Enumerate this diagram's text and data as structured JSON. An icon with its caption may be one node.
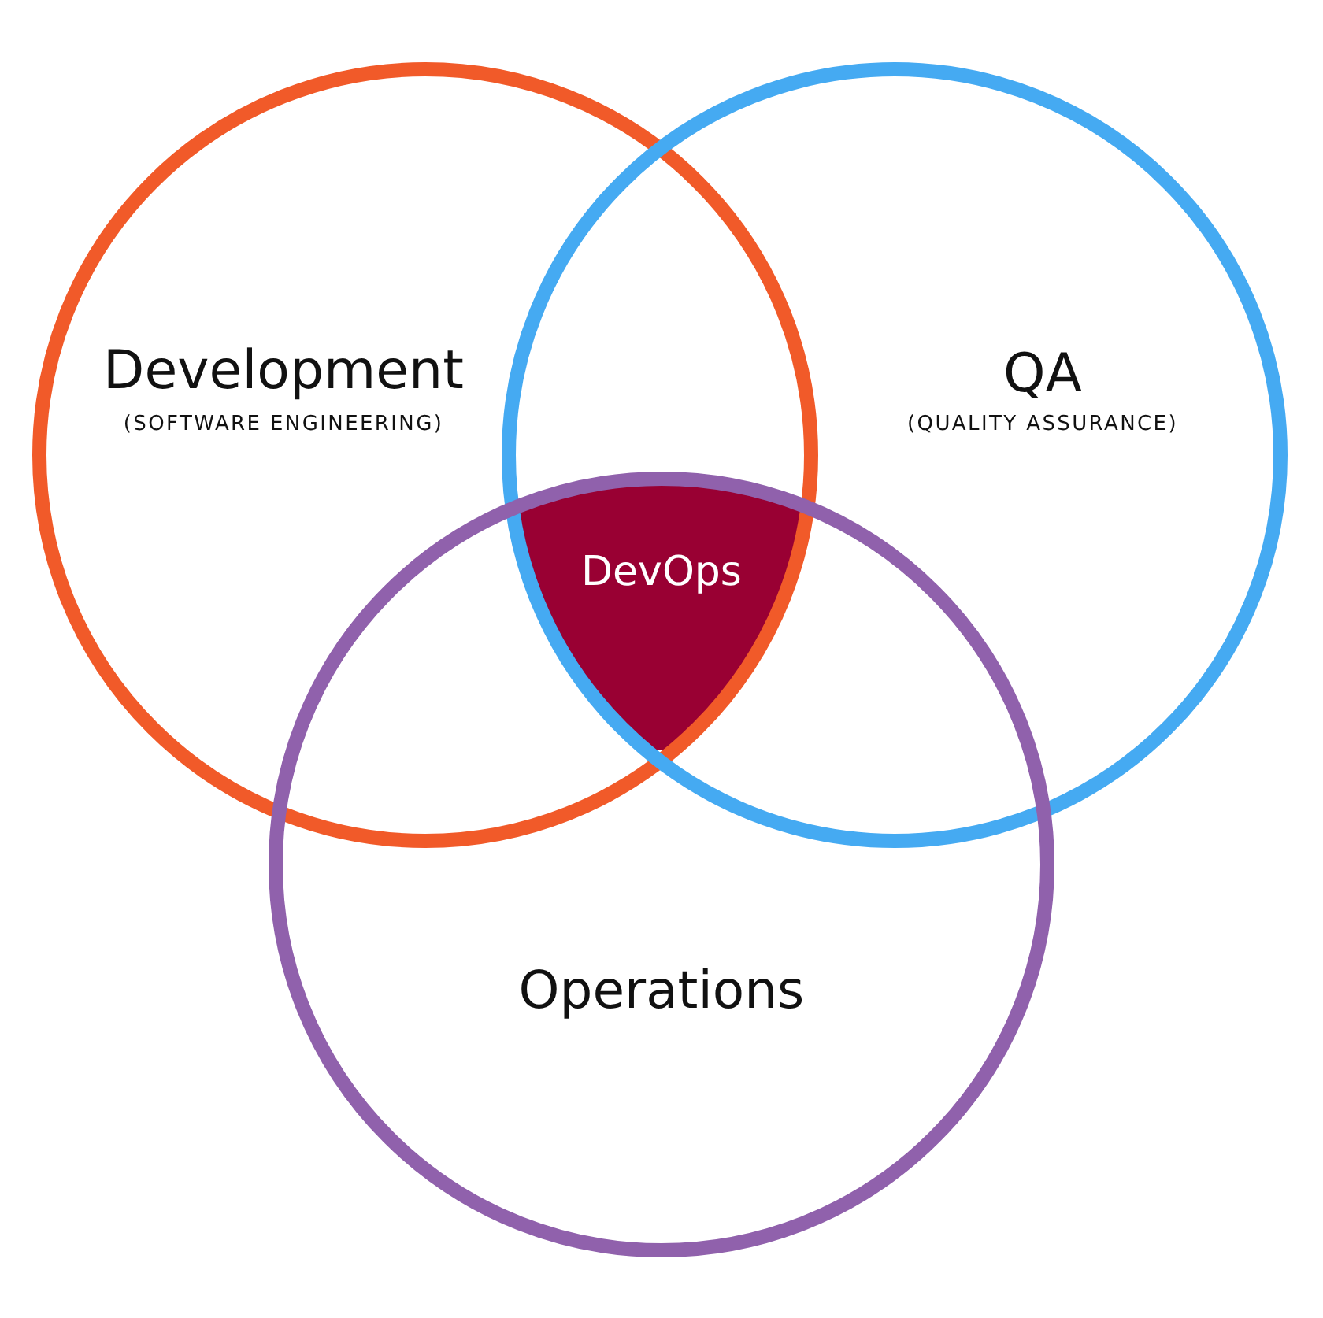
{
  "diagram": {
    "nodes": [
      {
        "text": [
          "Development",
          "(SOFTWARE ENGINEERING)"
        ]
      },
      {
        "text": [
          "QA",
          "(QUALITY ASSURANCE)"
        ]
      },
      {
        "text": [
          "Operations"
        ]
      },
      {
        "text": [
          "DevOps"
        ]
      }
    ]
  }
}
